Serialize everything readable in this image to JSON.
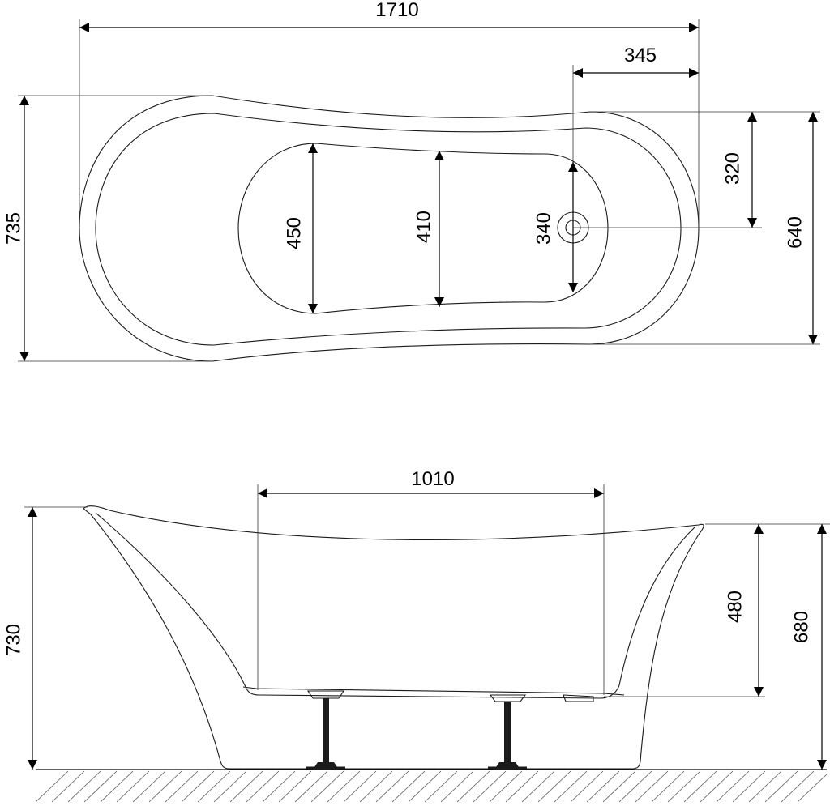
{
  "top_view": {
    "overall_length": "1710",
    "drain_offset": "345",
    "overall_width": "735",
    "basin_end_width": "450",
    "basin_mid_width": "410",
    "basin_drain_width": "340",
    "drain_half_width": "320",
    "rim_width": "640"
  },
  "side_view": {
    "base_length": "1010",
    "overall_height": "730",
    "rim_height": "680",
    "inner_depth": "480"
  }
}
